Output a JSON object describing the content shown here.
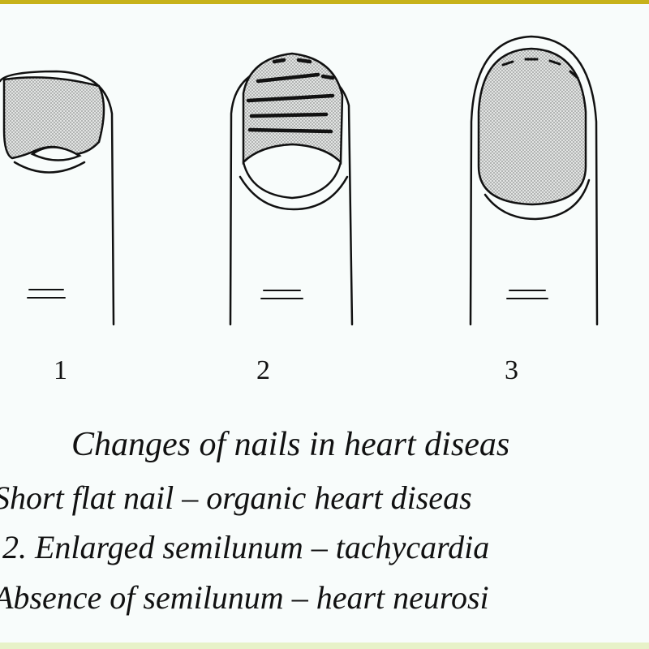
{
  "figure": {
    "labels": [
      "1",
      "2",
      "3"
    ],
    "title": "Changes of nails in heart diseas",
    "captions": [
      "Short flat nail – organic heart diseas",
      "2. Enlarged semilunum – tachycardia",
      "Absence of semilunum – heart neurosi"
    ]
  },
  "colors": {
    "ink": "#111111",
    "nail_fill": "#c9cccb",
    "background": "#f8fcfb",
    "top_border": "#c7b21a"
  }
}
